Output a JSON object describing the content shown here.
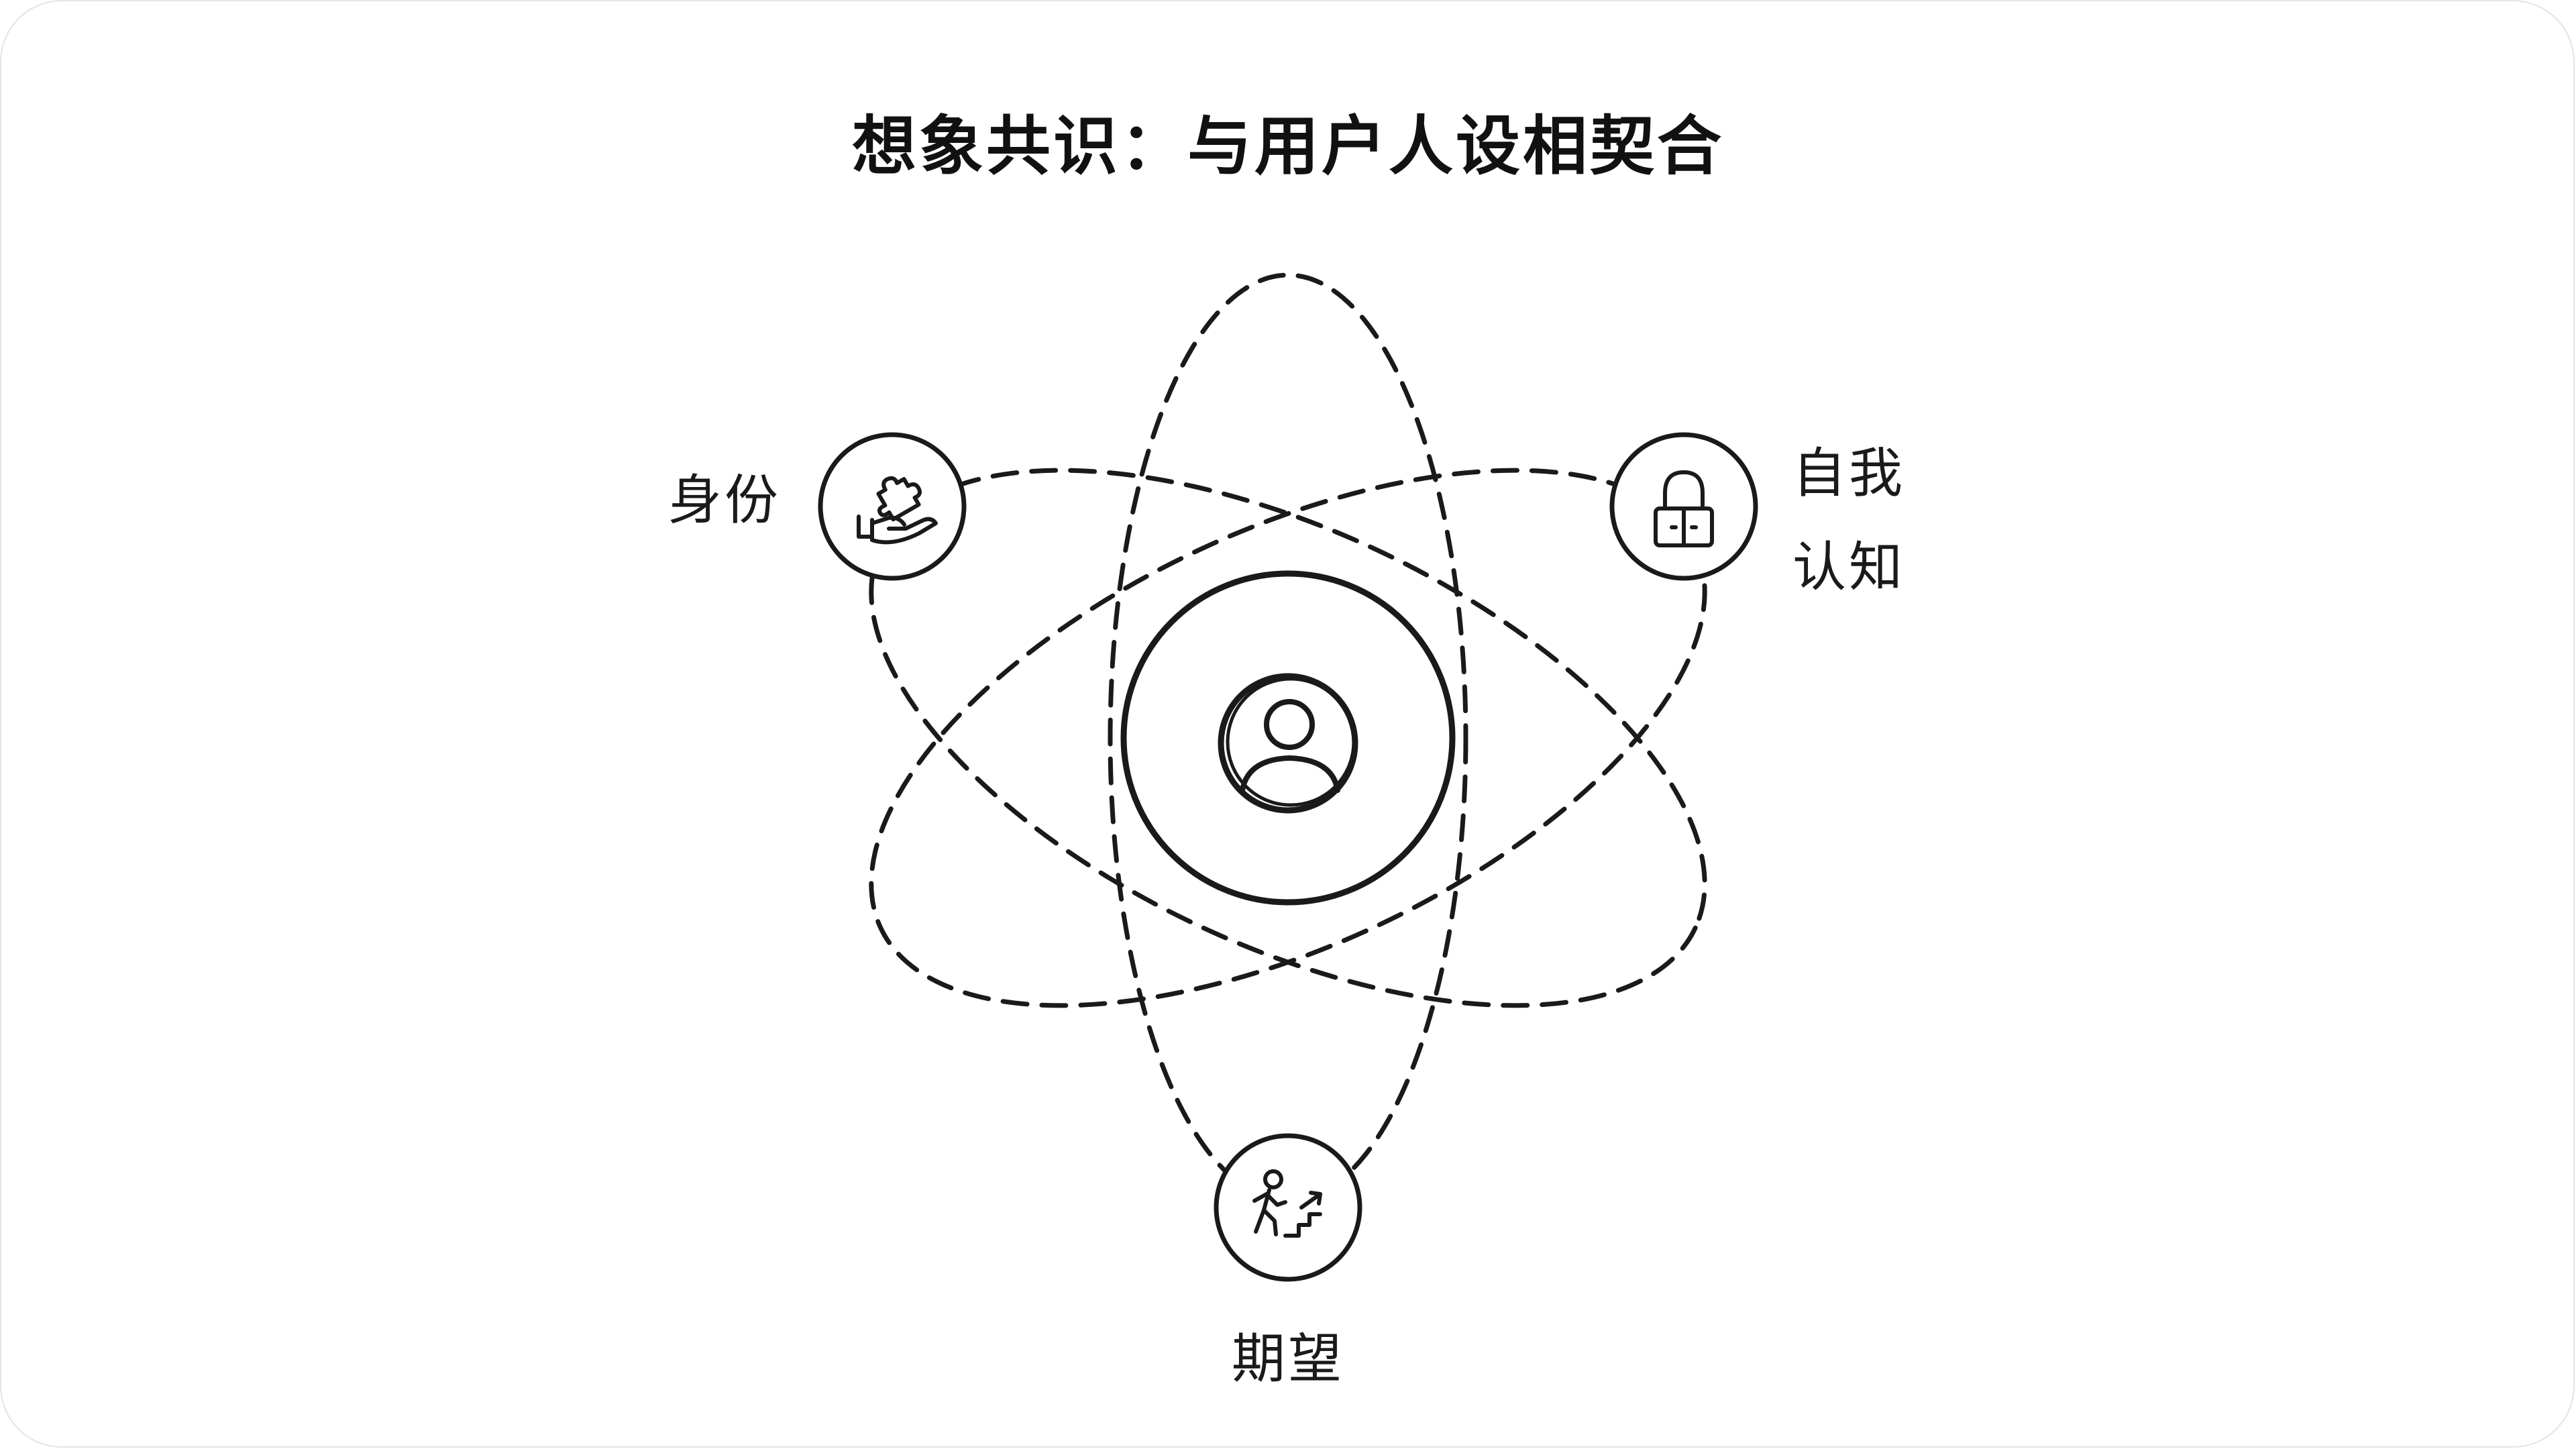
{
  "diagram": {
    "title": "想象共识：与用户人设相契合",
    "center": {
      "icon": "user-avatar-icon"
    },
    "nodes": [
      {
        "label": "身份",
        "icon": "hand-puzzle-icon"
      },
      {
        "label_lines": [
          "自我",
          "认知"
        ],
        "icon": "padlock-icon"
      },
      {
        "label": "期望",
        "icon": "person-climbing-stairs-icon"
      }
    ],
    "colors": {
      "stroke": "#1a1a1a",
      "background": "#ffffff",
      "border": "#e4e4e4"
    }
  }
}
